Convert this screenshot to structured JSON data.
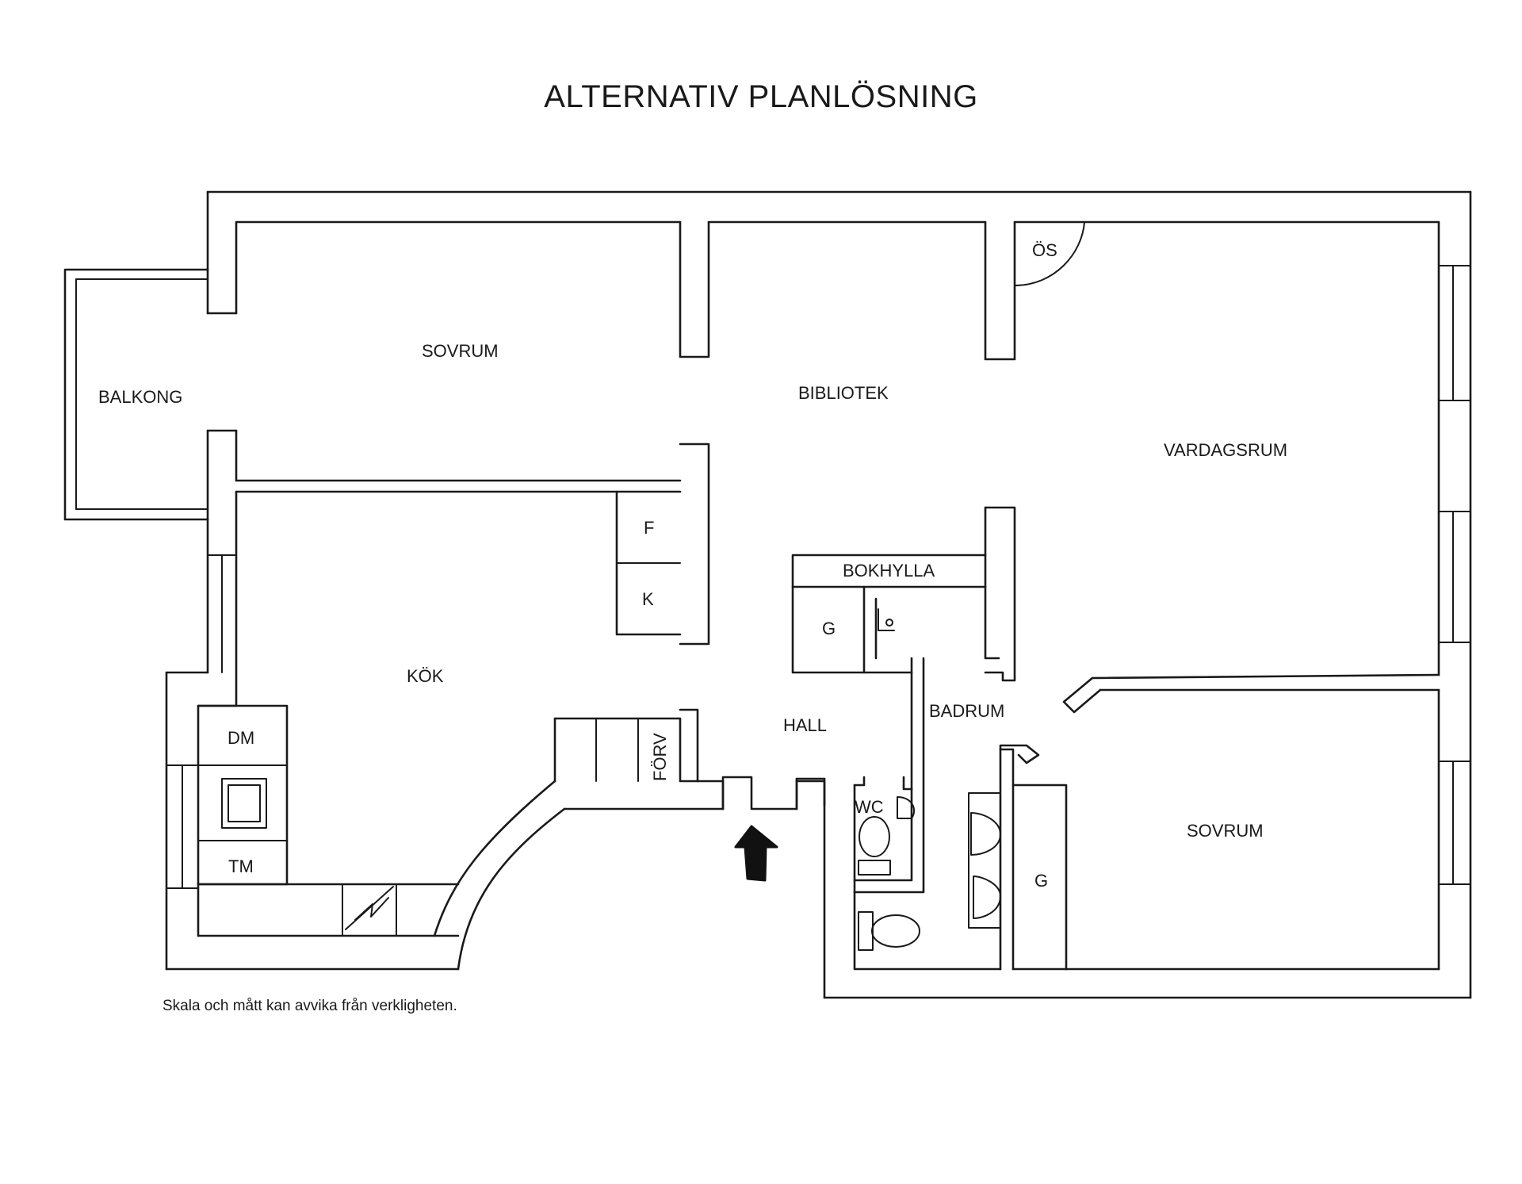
{
  "title": "ALTERNATIV PLANLÖSNING",
  "rooms": {
    "balkong": "BALKONG",
    "sovrum_left": "SOVRUM",
    "bibliotek": "BIBLIOTEK",
    "os": "ÖS",
    "vardagsrum": "VARDAGSRUM",
    "f": "F",
    "k": "K",
    "bokhylla": "BOKHYLLA",
    "g_hall": "G",
    "kok": "KÖK",
    "dm": "DM",
    "tm": "TM",
    "forv": "FÖRV",
    "hall": "HALL",
    "badrum": "BADRUM",
    "wc": "WC",
    "sovrum_right": "SOVRUM",
    "g_sovrum": "G"
  },
  "disclaimer": "Skala och mått kan avvika från verkligheten.",
  "icons": {
    "entrance": "entrance-arrow-icon",
    "electric": "electric-panel-icon",
    "stove": "stove-icon",
    "toilet": "toilet-icon",
    "sink": "sink-icon"
  }
}
